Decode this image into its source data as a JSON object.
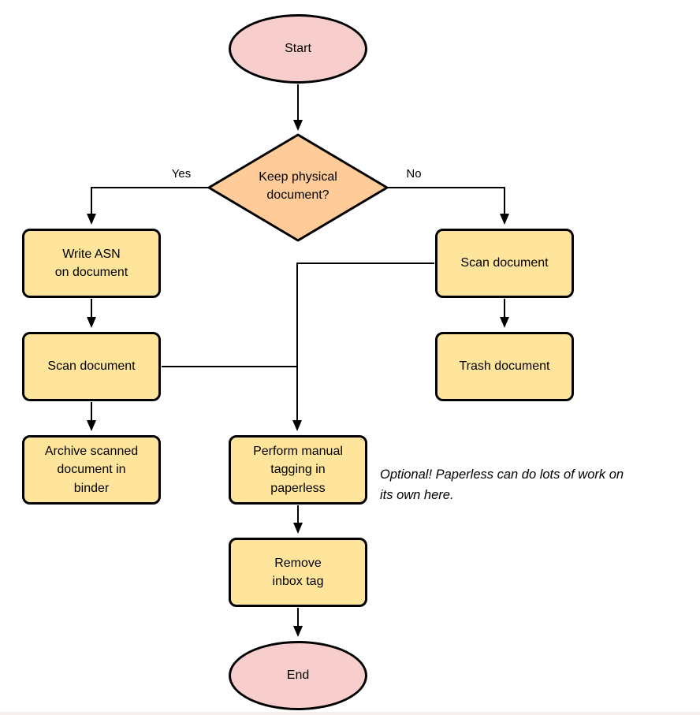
{
  "nodes": {
    "start": {
      "label": "Start",
      "type": "terminal"
    },
    "decision": {
      "label": "Keep physical\ndocument?",
      "type": "decision"
    },
    "write_asn": {
      "label": "Write ASN\non document",
      "type": "process"
    },
    "scan_left": {
      "label": "Scan document",
      "type": "process"
    },
    "archive": {
      "label": "Archive scanned\ndocument in\nbinder",
      "type": "process"
    },
    "scan_right": {
      "label": "Scan document",
      "type": "process"
    },
    "trash": {
      "label": "Trash document",
      "type": "process"
    },
    "tagging": {
      "label": "Perform manual\ntagging in\npaperless",
      "type": "process"
    },
    "remove_inbox": {
      "label": "Remove\ninbox tag",
      "type": "process"
    },
    "end": {
      "label": "End",
      "type": "terminal"
    }
  },
  "edge_labels": {
    "yes": "Yes",
    "no": "No"
  },
  "annotation": {
    "text": "Optional! Paperless can do lots of work on\nits own here."
  },
  "colors": {
    "terminal_fill": "#F8CECC",
    "decision_fill": "#FFCC99",
    "process_fill": "#FFE59C",
    "stroke": "#000000",
    "background": "#FFFFFF"
  }
}
